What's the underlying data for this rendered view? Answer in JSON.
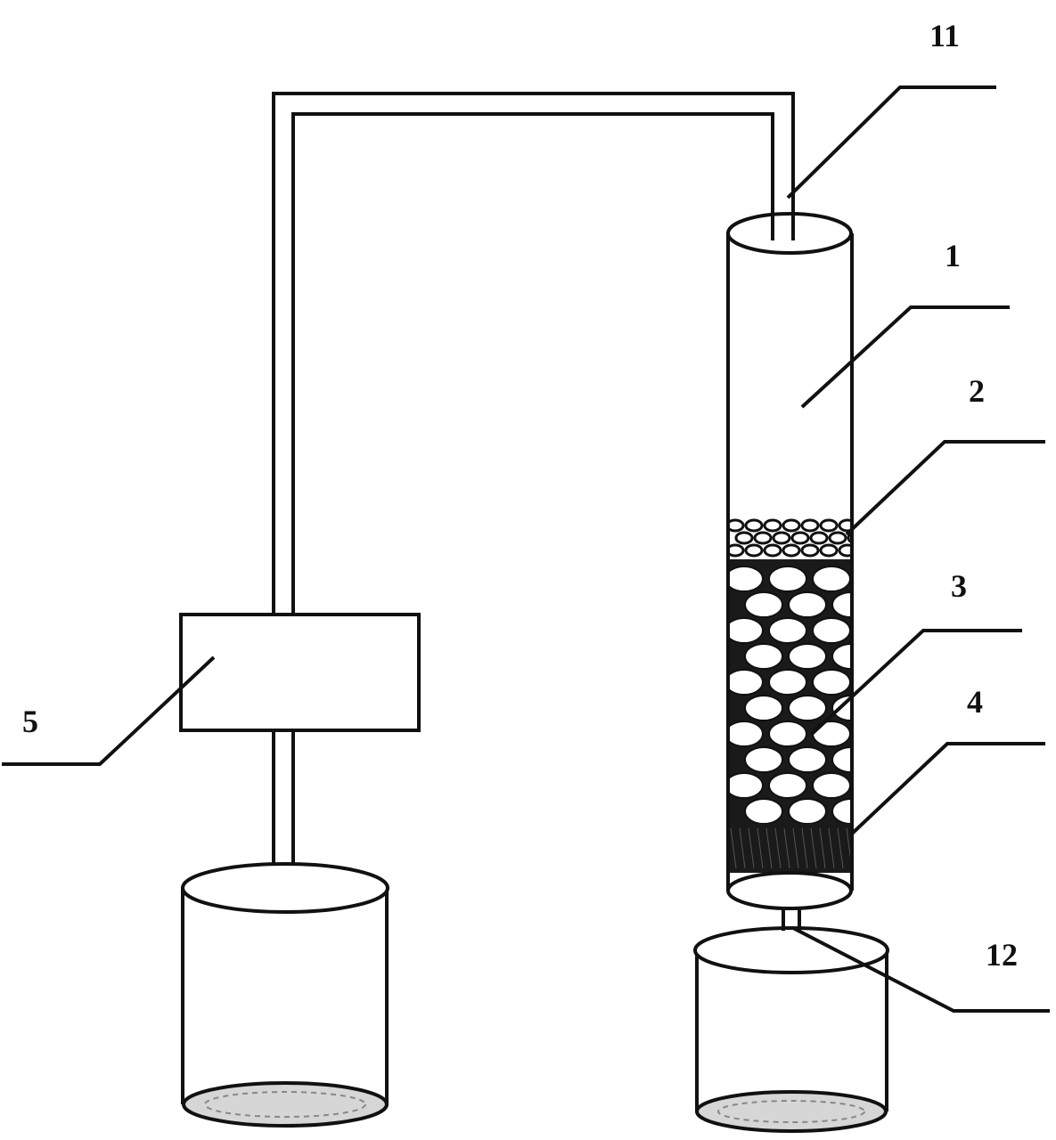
{
  "labels": {
    "inlet_tube": "11",
    "column": "1",
    "top_packing_layer": "2",
    "middle_packing_layer": "3",
    "bottom_packing_layer": "4",
    "pump": "5",
    "outlet_tube": "12"
  },
  "colors": {
    "stroke": "#111111",
    "background": "#ffffff",
    "packing_dark": "#1a1a1a",
    "liquid_gray": "#cfcfcf"
  }
}
